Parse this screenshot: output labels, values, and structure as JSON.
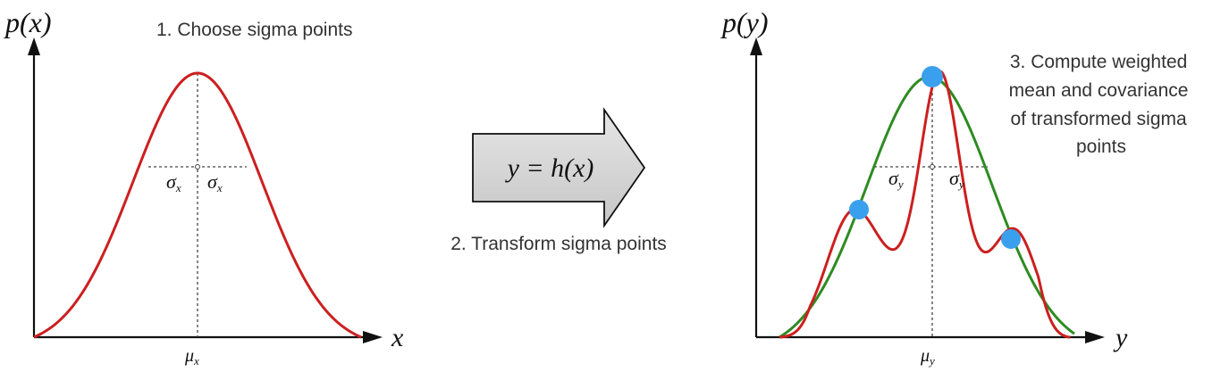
{
  "left_panel": {
    "y_axis_label": "p(x)",
    "x_axis_label": "x",
    "mean_label": "μ",
    "mean_subscript": "x",
    "sigma_label": "σ",
    "sigma_subscript": "x",
    "step_text": "1. Choose sigma points"
  },
  "middle": {
    "arrow_label": "y = h(x)",
    "step_text": "2. Transform sigma points"
  },
  "right_panel": {
    "y_axis_label": "p(y)",
    "x_axis_label": "y",
    "mean_label": "μ",
    "mean_subscript": "y",
    "sigma_label": "σ",
    "sigma_subscript": "y",
    "step_lines": [
      "3. Compute weighted",
      "mean and covariance",
      "of transformed sigma",
      "points"
    ]
  },
  "colors": {
    "input_density": "#cc1f1f",
    "transformed_density": "#cc1f1f",
    "gaussian_fit": "#2e8b22",
    "sigma_point": "#3aa0ee",
    "arrow_fill": "#d4d4d4",
    "axis": "#111111"
  },
  "icons": {
    "sigma_point": "blue-dot",
    "transform_arrow": "right-block-arrow"
  }
}
